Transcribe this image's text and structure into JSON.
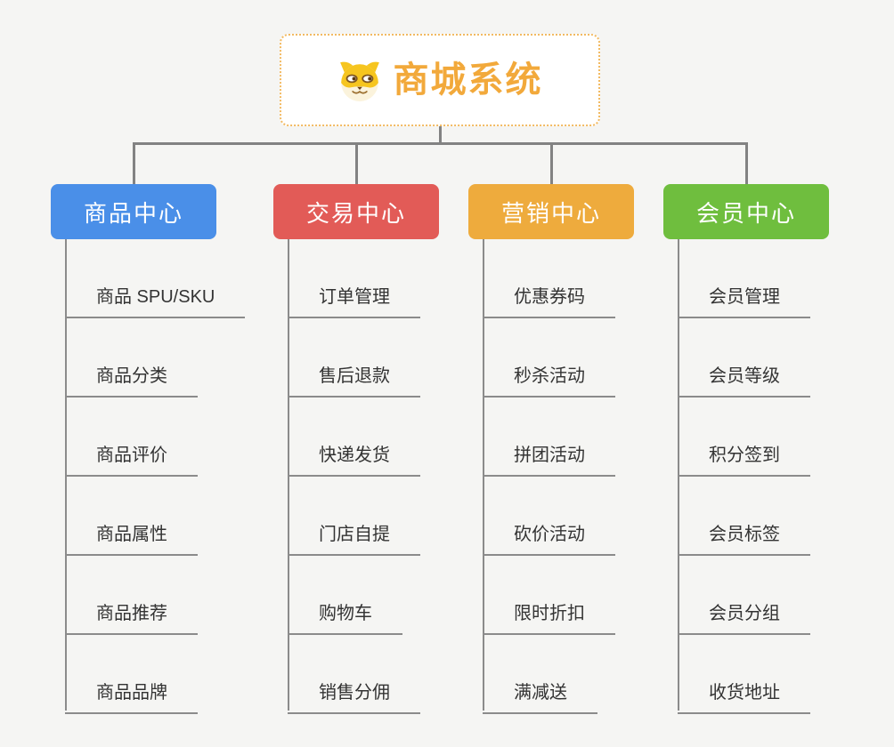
{
  "root": {
    "title": "商城系统",
    "icon": "dog-face-icon",
    "accent_color": "#f2a93b",
    "border_color": "#f2ba62"
  },
  "connector_color": "#828282",
  "background_color": "#f5f5f3",
  "branches": [
    {
      "label": "商品中心",
      "color": "#4a8fe8",
      "children": [
        "商品 SPU/SKU",
        "商品分类",
        "商品评价",
        "商品属性",
        "商品推荐",
        "商品品牌"
      ]
    },
    {
      "label": "交易中心",
      "color": "#e25b57",
      "children": [
        "订单管理",
        "售后退款",
        "快递发货",
        "门店自提",
        "购物车",
        "销售分佣"
      ]
    },
    {
      "label": "营销中心",
      "color": "#eeab3d",
      "children": [
        "优惠券码",
        "秒杀活动",
        "拼团活动",
        "砍价活动",
        "限时折扣",
        "满减送"
      ]
    },
    {
      "label": "会员中心",
      "color": "#6fbe3e",
      "children": [
        "会员管理",
        "会员等级",
        "积分签到",
        "会员标签",
        "会员分组",
        "收货地址"
      ]
    }
  ]
}
